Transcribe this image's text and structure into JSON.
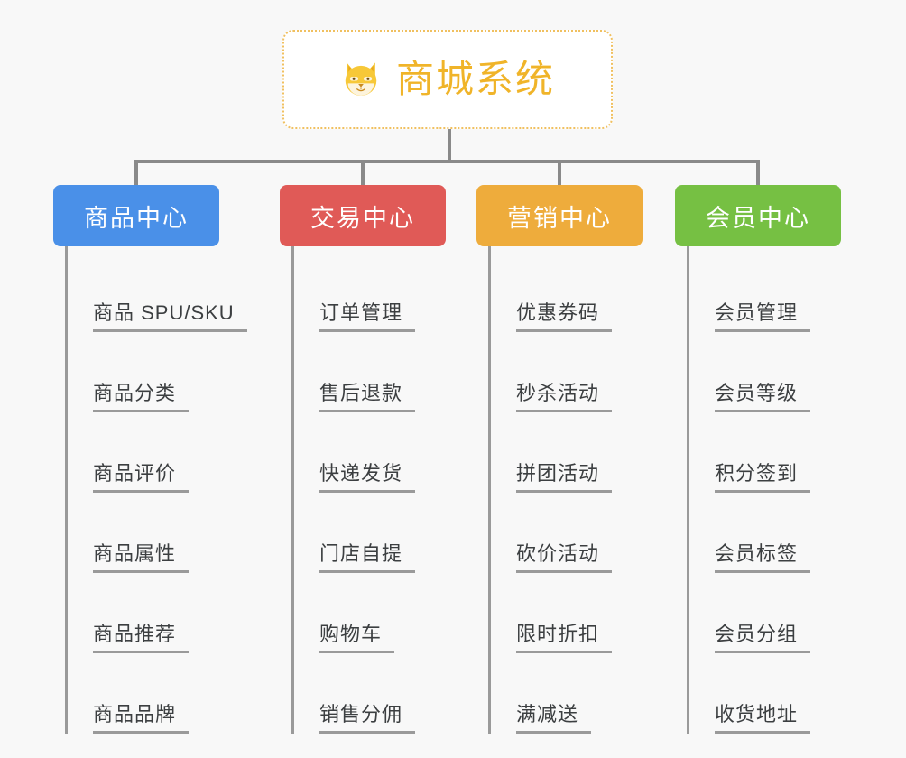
{
  "diagram": {
    "type": "mindmap",
    "background_color": "#f8f8f8",
    "connector_color": "#8a8a8a"
  },
  "root": {
    "title": "商城系统",
    "icon": "shiba-dog-icon",
    "text_color": "#f0b429",
    "border_color": "#f0c060",
    "background": "#ffffff"
  },
  "branches": [
    {
      "label": "商品中心",
      "color": "#4a90e8",
      "items": [
        "商品 SPU/SKU",
        "商品分类",
        "商品评价",
        "商品属性",
        "商品推荐",
        "商品品牌"
      ]
    },
    {
      "label": "交易中心",
      "color": "#e05a57",
      "items": [
        "订单管理",
        "售后退款",
        "快递发货",
        "门店自提",
        "购物车",
        "销售分佣"
      ]
    },
    {
      "label": "营销中心",
      "color": "#eeac3c",
      "items": [
        "优惠券码",
        "秒杀活动",
        "拼团活动",
        "砍价活动",
        "限时折扣",
        "满减送"
      ]
    },
    {
      "label": "会员中心",
      "color": "#76c043",
      "items": [
        "会员管理",
        "会员等级",
        "积分签到",
        "会员标签",
        "会员分组",
        "收货地址"
      ]
    }
  ]
}
